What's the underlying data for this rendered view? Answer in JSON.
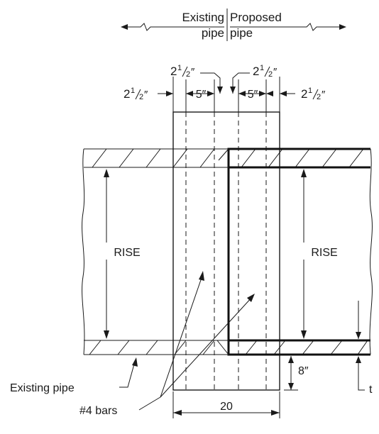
{
  "header": {
    "existing_label": "Existing",
    "proposed_label": "Proposed",
    "existing_pipe": "pipe",
    "proposed_pipe": "pipe"
  },
  "dimensions": {
    "half_whole": "2",
    "half_num": "1",
    "half_den": "2",
    "inch": "″",
    "five_left": "5″",
    "five_right": "5″",
    "eight": "8″",
    "width": "20",
    "thickness": "t"
  },
  "labels": {
    "rise_left": "RISE",
    "rise_right": "RISE",
    "existing_pipe": "Existing pipe",
    "bars": "#4 bars"
  }
}
